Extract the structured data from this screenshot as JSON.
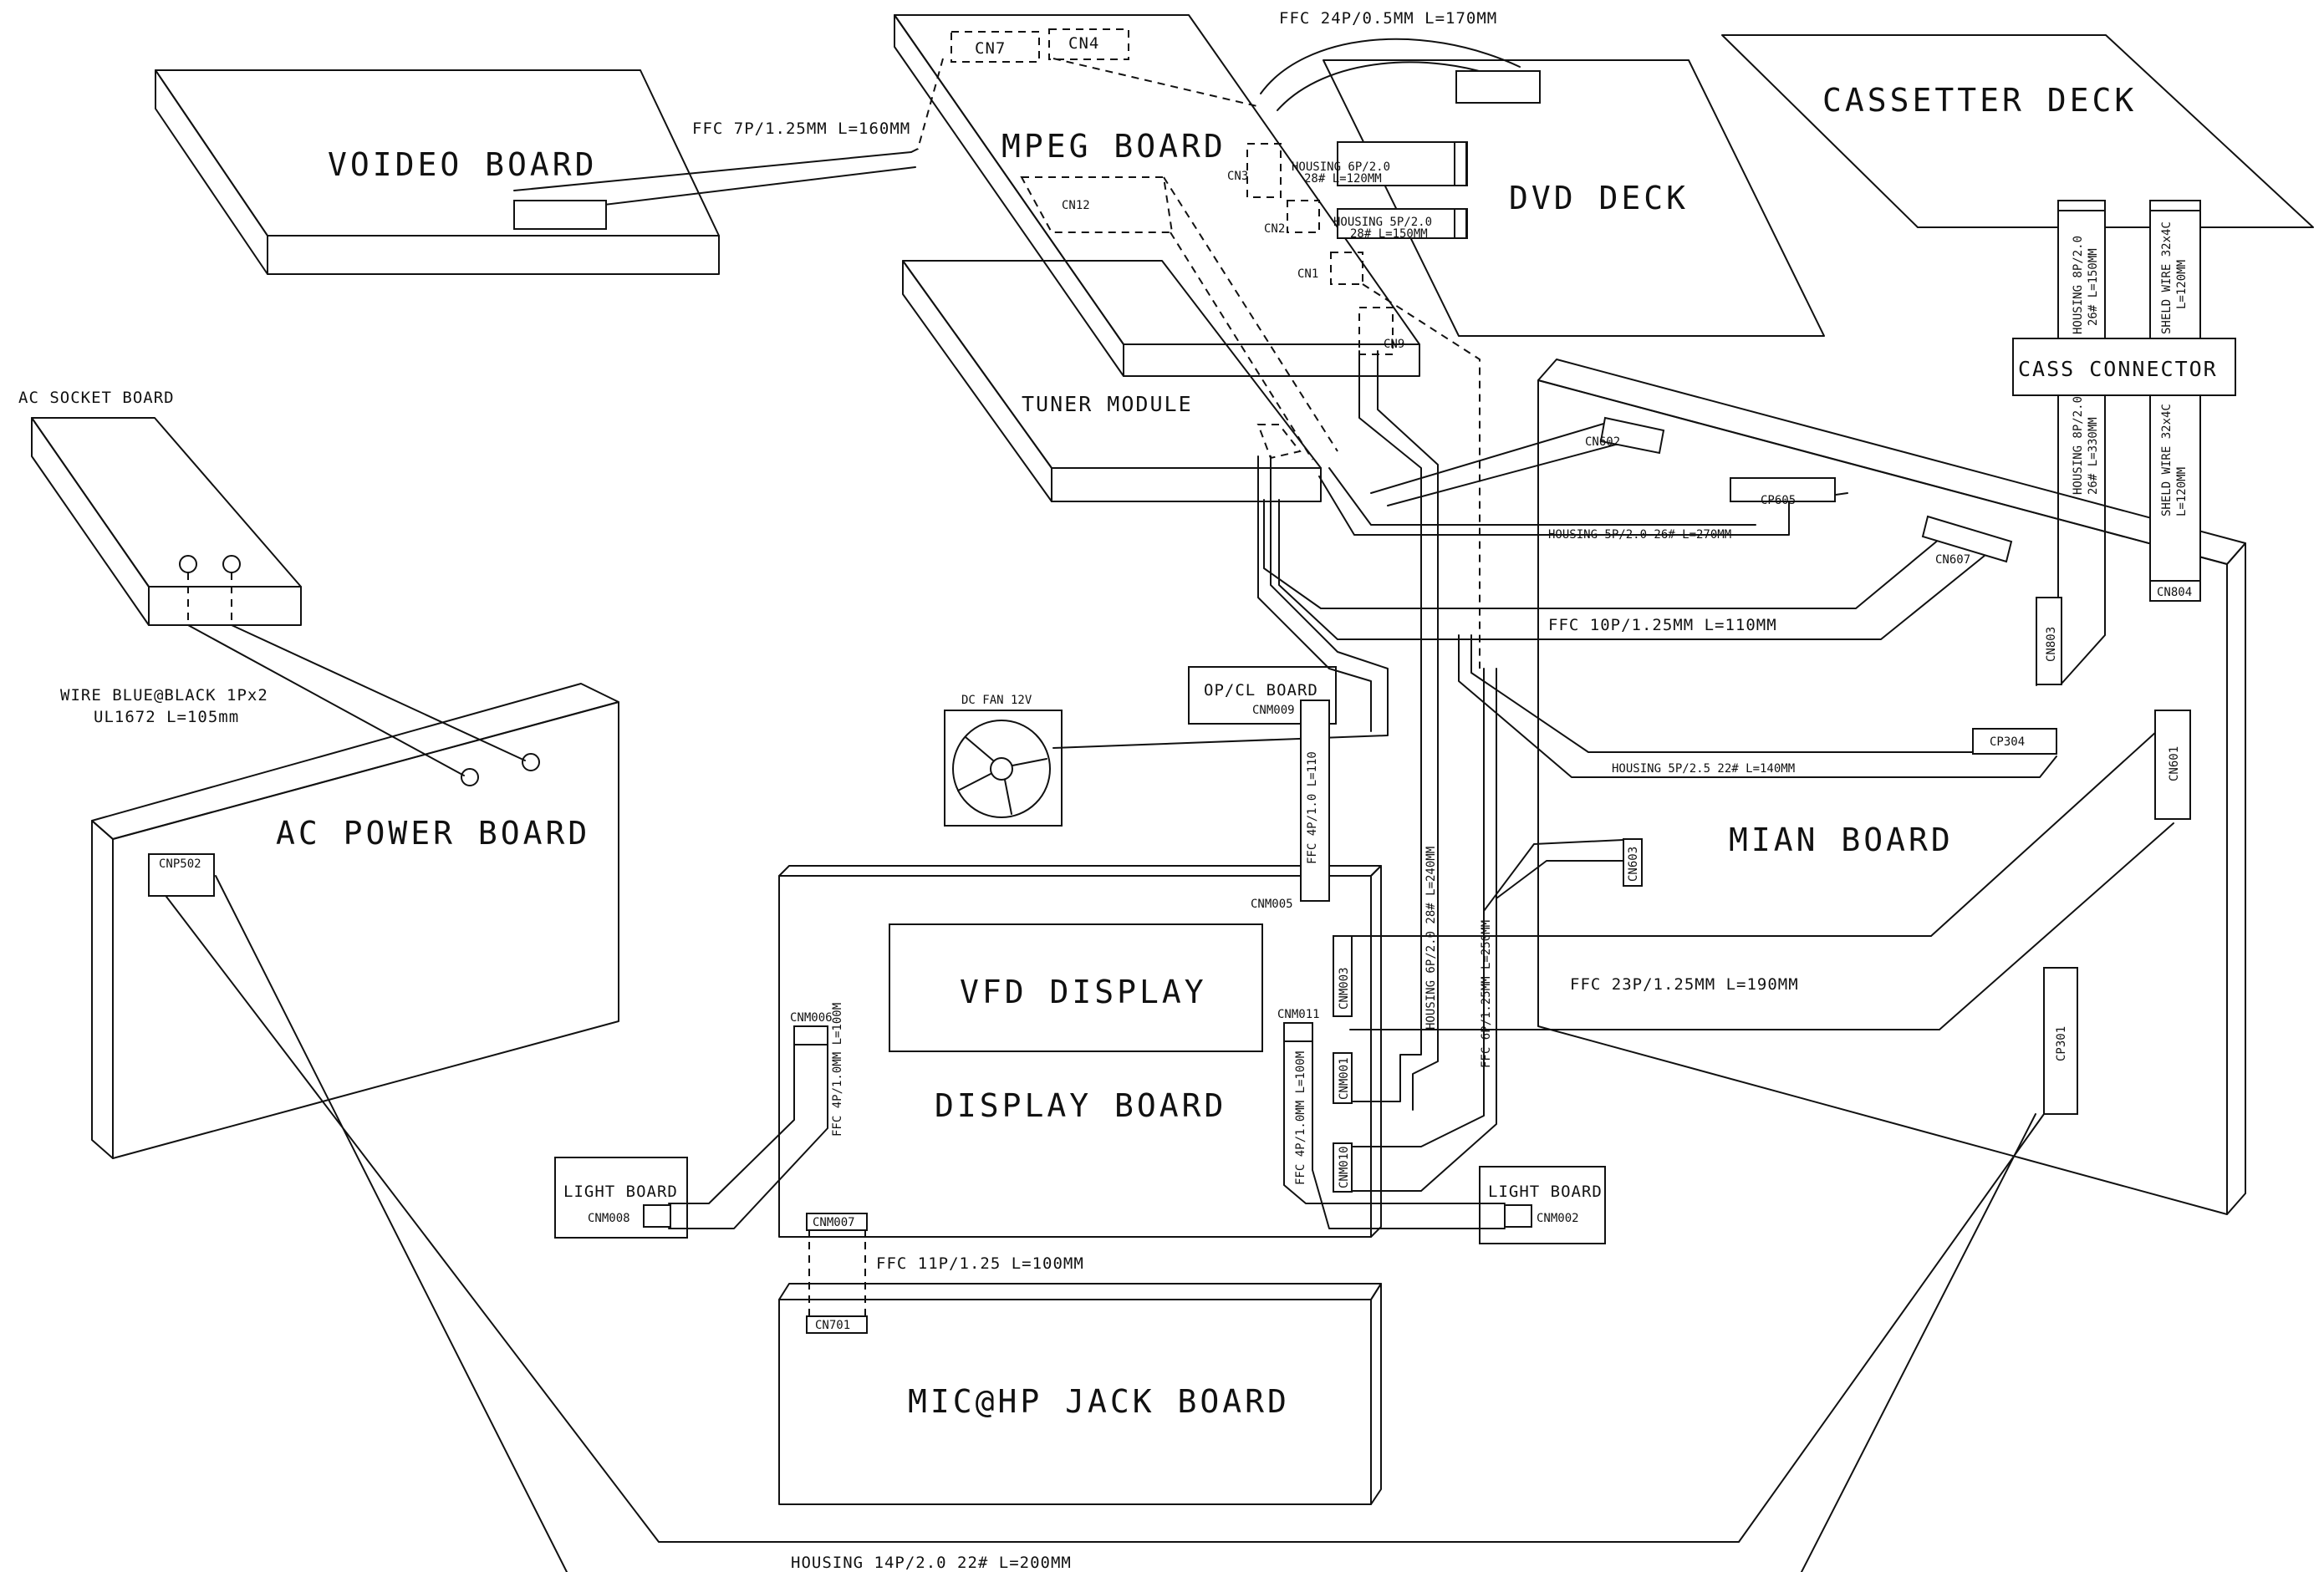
{
  "boards": {
    "video": "VOIDEO BOARD",
    "mpeg": "MPEG BOARD",
    "dvd_deck": "DVD DECK",
    "cassette_deck": "CASSETTER DECK",
    "cass_connector": "CASS CONNECTOR",
    "tuner": "TUNER MODULE",
    "ac_socket": "AC SOCKET BOARD",
    "ac_power": "AC POWER BOARD",
    "main": "MIAN BOARD",
    "opcl": "OP/CL BOARD",
    "dc_fan": "DC FAN 12V",
    "vfd": "VFD DISPLAY",
    "display": "DISPLAY BOARD",
    "light_left": "LIGHT BOARD",
    "light_right": "LIGHT BOARD",
    "mic_hp": "MIC@HP JACK BOARD"
  },
  "connectors": {
    "cn7": "CN7",
    "cn4": "CN4",
    "cn3": "CN3",
    "cn2": "CN2",
    "cn1": "CN1",
    "cn9": "CN9",
    "cn12": "CN12",
    "cn602": "CN602",
    "cp605": "CP605",
    "cn607": "CN607",
    "cn803": "CN803",
    "cn804": "CN804",
    "cp304": "CP304",
    "cn601": "CN601",
    "cn603": "CN603",
    "cp301": "CP301",
    "cnp502": "CNP502",
    "cnm009": "CNM009",
    "cnm005": "CNM005",
    "cnm003": "CNM003",
    "cnm001": "CNM001",
    "cnm010": "CNM010",
    "cnm011": "CNM011",
    "cnm006": "CNM006",
    "cnm008": "CNM008",
    "cnm007": "CNM007",
    "cnm002": "CNM002",
    "cn701": "CN701"
  },
  "cables": {
    "ffc24": "FFC 24P/0.5MM L=170MM",
    "ffc7": "FFC 7P/1.25MM L=160MM",
    "housing6_line1": "HOUSING 6P/2.0",
    "housing6_line2": "28# L=120MM",
    "housing5_line1": "HOUSING 5P/2.0",
    "housing5_line2": "28# L=150MM",
    "cass_upper_8p_line1": "HOUSING 8P/2.0",
    "cass_upper_8p_line2": "26# L=150MM",
    "cass_upper_shield_line1": "SHELD WIRE 32x4C",
    "cass_upper_shield_line2": "L=120MM",
    "cass_lower_8p_line1": "HOUSING 8P/2.0",
    "cass_lower_8p_line2": "26# L=330MM",
    "cass_lower_shield_line1": "SHELD WIRE 32x4C",
    "cass_lower_shield_line2": "L=120MM",
    "housing5_270": "HOUSING 5P/2.0 26# L=270MM",
    "ffc10": "FFC 10P/1.25MM L=110MM",
    "housing5_140": "HOUSING 5P/2.5 22# L=140MM",
    "ffc4_110": "FFC 4P/1.0 L=110",
    "housing6_240": "HOUSING 6P/2.0 28# L=240MM",
    "ffc6_250": "FFC 6P/1.25MM L=250MM",
    "ffc23": "FFC 23P/1.25MM L=190MM",
    "wire_blue_line1": "WIRE BLUE@BLACK 1Px2",
    "wire_blue_line2": "UL1672 L=105mm",
    "ffc4_100_left": "FFC 4P/1.0MM L=100M",
    "ffc4_100_right": "FFC 4P/1.0MM L=100M",
    "ffc11": "FFC 11P/1.25 L=100MM",
    "housing14": "HOUSING 14P/2.0 22# L=200MM"
  }
}
